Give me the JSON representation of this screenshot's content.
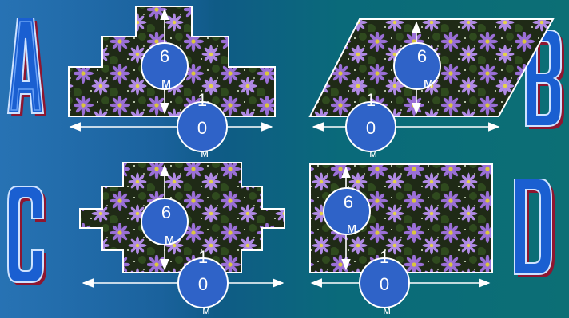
{
  "colors": {
    "bubble": "#2f63c8",
    "arrow": "#ffffff",
    "flower_bg": "#1f2a16",
    "petal": "#9a6fd6",
    "letter_fill": "#1a5fd1",
    "letter_shadow": "#8e1630"
  },
  "figures": [
    {
      "id": "A",
      "letter": "A",
      "height_num": "6",
      "height_unit": "м",
      "width_num_top": "1",
      "width_num_bottom": "0",
      "width_unit": "м"
    },
    {
      "id": "B",
      "letter": "B",
      "height_num": "6",
      "height_unit": "м",
      "width_num_top": "1",
      "width_num_bottom": "0",
      "width_unit": "м"
    },
    {
      "id": "C",
      "letter": "C",
      "height_num": "6",
      "height_unit": "м",
      "width_num_top": "1",
      "width_num_bottom": "0",
      "width_unit": "м"
    },
    {
      "id": "D",
      "letter": "D",
      "height_num": "6",
      "height_unit": "м",
      "width_num_top": "1",
      "width_num_bottom": "0",
      "width_unit": "м"
    }
  ]
}
